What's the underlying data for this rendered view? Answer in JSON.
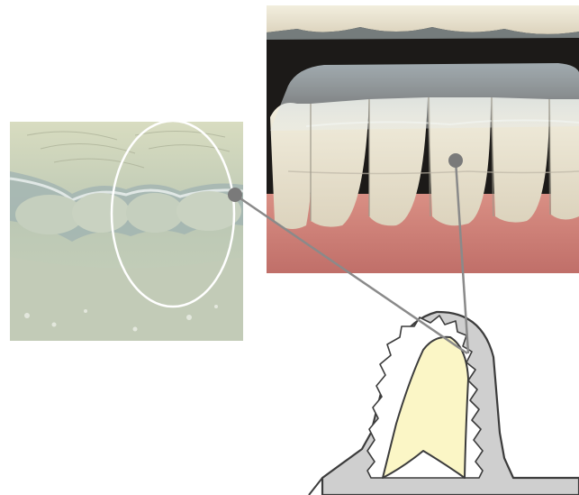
{
  "figure": {
    "panels": [
      {
        "name": "occlusal-photo",
        "description_icon": "photo-icon"
      },
      {
        "name": "frontal-photo",
        "description_icon": "photo-icon"
      },
      {
        "name": "cross-section",
        "description_icon": "diagram-icon"
      }
    ],
    "colors": {
      "background": "#ffffff",
      "aligner_outline": "#3c3c3c",
      "aligner_fill": "#cfcfcf",
      "tooth_fill": "#fbf6c6",
      "connector": "#8a8a8a",
      "marker": "#7a7a7a",
      "ellipse": "#ffffff",
      "gum": "#c9807a",
      "tooth_photo": "#e7e0cf"
    }
  }
}
